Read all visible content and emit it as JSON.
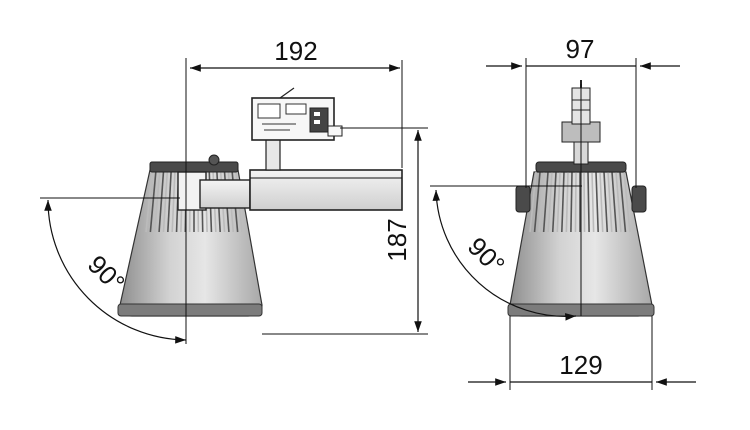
{
  "drawing": {
    "side_view": {
      "width_label": "192",
      "height_label": "187",
      "tilt_label": "90°"
    },
    "front_view": {
      "top_width_label": "97",
      "bottom_width_label": "129",
      "rotate_label": "90°"
    }
  }
}
